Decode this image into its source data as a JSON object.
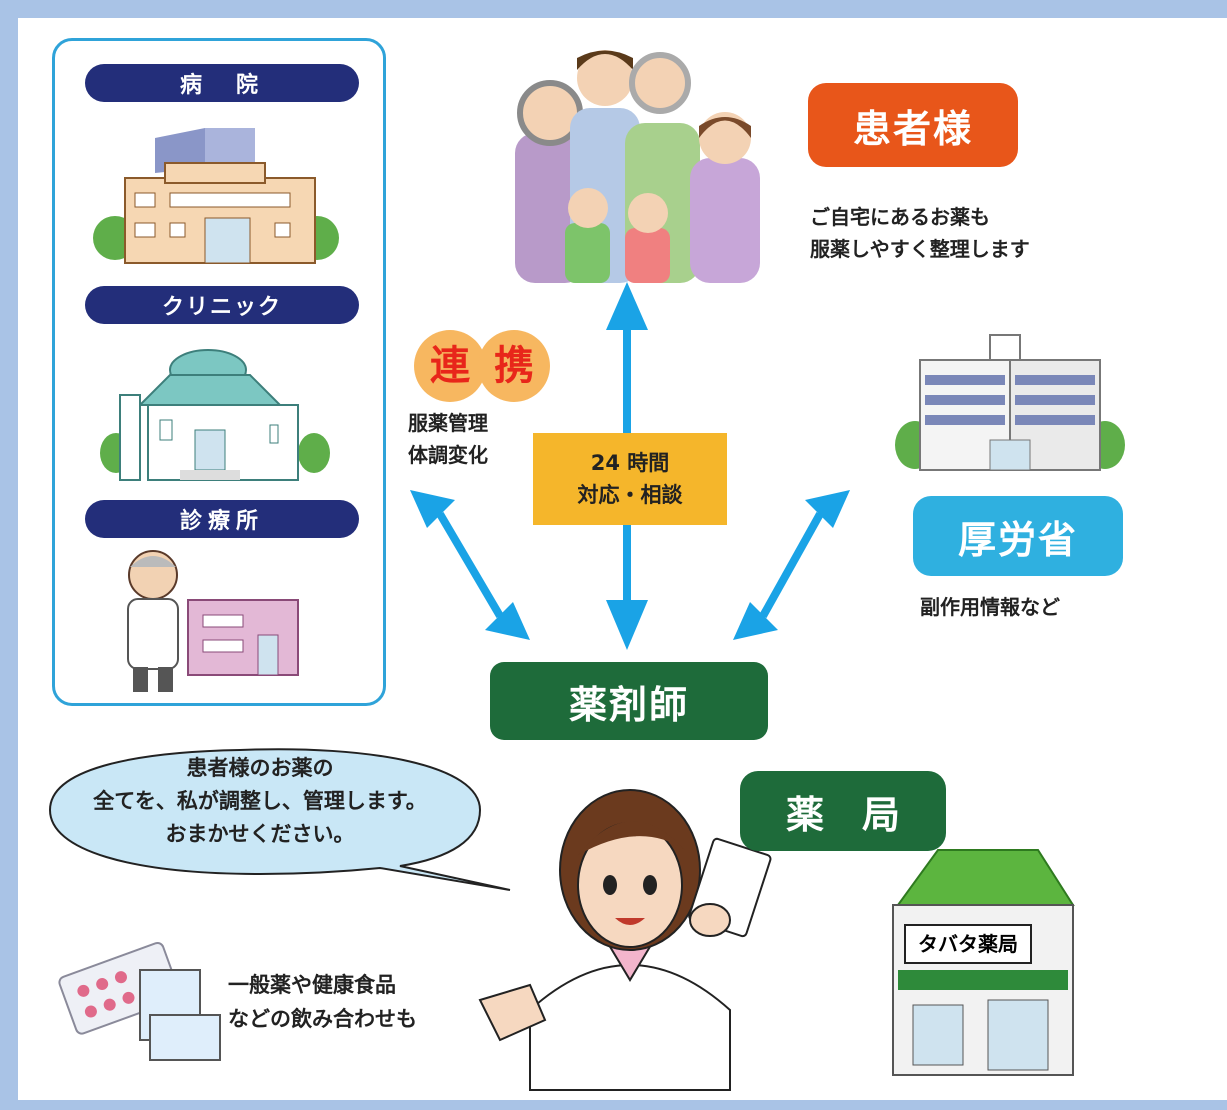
{
  "facilities": {
    "hospital_label": "病　院",
    "clinic_label": "クリニック",
    "surgery_label": "診療所"
  },
  "patient": {
    "badge": "患者様",
    "desc_line1": "ご自宅にあるお薬も",
    "desc_line2": "服薬しやすく整理します"
  },
  "renkei": {
    "char1": "連",
    "char2": "携",
    "note_line1": "服薬管理",
    "note_line2": "体調変化"
  },
  "support_box": {
    "line1": "24 時間",
    "line2": "対応・相談"
  },
  "ministry": {
    "badge": "厚労省",
    "note": "副作用情報など"
  },
  "pharmacist": {
    "badge": "薬剤師"
  },
  "pharmacy": {
    "badge": "薬　局",
    "sign": "タバタ薬局"
  },
  "speech": {
    "line1": "患者様のお薬の",
    "line2": "全てを、私が調整し、管理します。",
    "line3": "おまかせください。"
  },
  "otc": {
    "line1": "一般薬や健康食品",
    "line2": "などの飲み合わせも"
  },
  "colors": {
    "navy": "#232e7a",
    "orange": "#e8561a",
    "sky": "#2fb0e0",
    "green": "#1e6b3a",
    "arrow": "#1aa3e6",
    "yellow": "#f5b62b",
    "renkei_red": "#e8261a",
    "renkei_circle": "#f7b760"
  }
}
